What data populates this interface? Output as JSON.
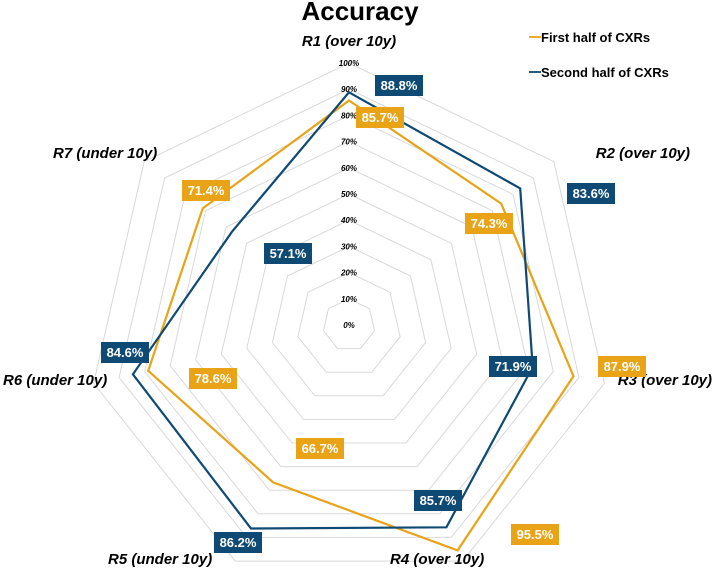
{
  "colors": {
    "first": "#E8A317",
    "second": "#0E4A74",
    "grid": "#D9D9D9"
  },
  "chart_data": {
    "type": "radar",
    "title": "Accuracy",
    "categories": [
      "R1 (over 10y)",
      "R2 (over 10y)",
      "R3 (over 10y)",
      "R4 (over 10y)",
      "R5 (under 10y)",
      "R6 (under 10y)",
      "R7 (under 10y)"
    ],
    "ticks": [
      "0%",
      "10%",
      "20%",
      "30%",
      "40%",
      "50%",
      "60%",
      "70%",
      "80%",
      "90%",
      "100%"
    ],
    "rlim": [
      0,
      100
    ],
    "grid": true,
    "legend": "top-right",
    "series": [
      {
        "name": "First half of CXRs",
        "values": [
          85.7,
          74.3,
          87.9,
          95.5,
          66.7,
          78.6,
          71.4
        ],
        "labels": [
          "85.7%",
          "74.3%",
          "87.9%",
          "95.5%",
          "66.7%",
          "78.6%",
          "71.4%"
        ]
      },
      {
        "name": "Second half of CXRs",
        "values": [
          88.8,
          83.6,
          71.9,
          85.7,
          86.2,
          84.6,
          57.1
        ],
        "labels": [
          "88.8%",
          "83.6%",
          "71.9%",
          "85.7%",
          "86.2%",
          "84.6%",
          "57.1%"
        ]
      }
    ]
  }
}
